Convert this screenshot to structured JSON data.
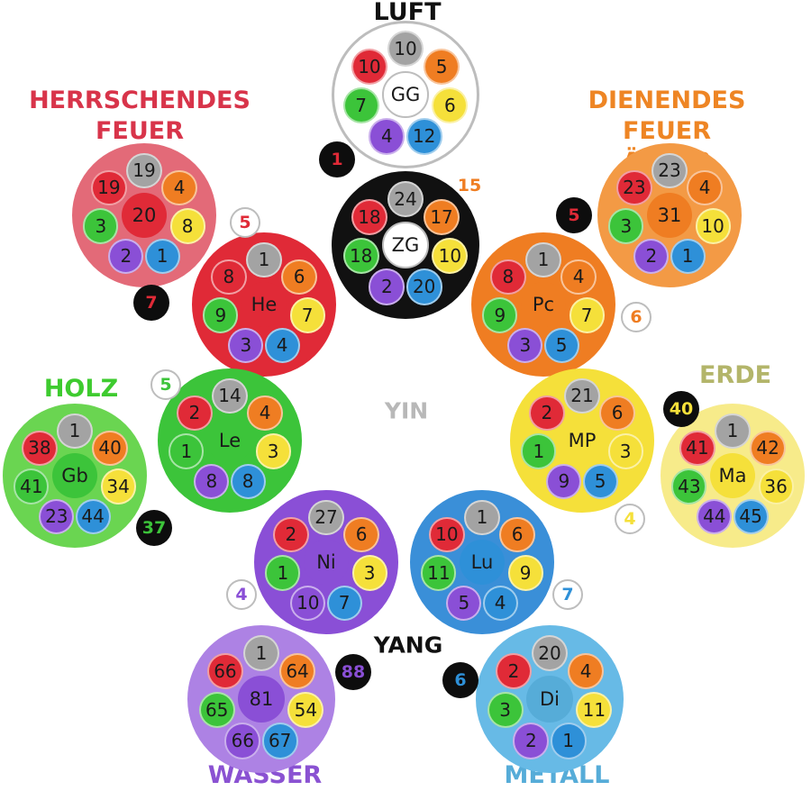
{
  "colors": {
    "gray": "#a3a3a3",
    "red": "#e02a37",
    "orange": "#ef7d22",
    "yellow": "#f5e03a",
    "green": "#3cc43a",
    "purple": "#8a4fd6",
    "blue": "#2e90d8"
  },
  "element_labels": [
    {
      "id": "luft",
      "text": "LUFT",
      "color": "#111111"
    },
    {
      "id": "herrschendes-feuer",
      "text": "HERRSCHENDES\nFEUER",
      "color": "#d8344a"
    },
    {
      "id": "dienendes-feuer",
      "text": "DIENENDES FEUER\nÄTHER",
      "color": "#ee8524"
    },
    {
      "id": "holz",
      "text": "HOLZ",
      "color": "#3ecb2f"
    },
    {
      "id": "erde",
      "text": "ERDE",
      "color": "#b3b56a"
    },
    {
      "id": "wasser",
      "text": "WASSER",
      "color": "#8a52d2"
    },
    {
      "id": "metall",
      "text": "METALL",
      "color": "#56acd8"
    }
  ],
  "center_labels": {
    "yin": "YIN",
    "yang": "YANG"
  },
  "groups": [
    {
      "id": "gg",
      "bg": "#ffffff",
      "border": "#bdbdbd",
      "center": {
        "label": "GG",
        "color": "#ffffff"
      },
      "values": {
        "top": "10",
        "tr": "5",
        "r": "6",
        "br": "12",
        "bl": "4",
        "l": "7",
        "tl": "10"
      }
    },
    {
      "id": "zg",
      "bg": "#111111",
      "border": "#111111",
      "center": {
        "label": "ZG",
        "color": "#ffffff"
      },
      "values": {
        "top": "24",
        "tr": "17",
        "r": "10",
        "br": "20",
        "bl": "2",
        "l": "18",
        "tl": "18"
      }
    },
    {
      "id": "feuer-h",
      "bg": "#e36a78",
      "border": "#e36a78",
      "center": {
        "label": "20",
        "color": "#e02a37"
      },
      "values": {
        "top": "19",
        "tr": "4",
        "r": "8",
        "br": "1",
        "bl": "2",
        "l": "3",
        "tl": "19"
      }
    },
    {
      "id": "he",
      "bg": "#e02a37",
      "border": "#e02a37",
      "center": {
        "label": "He",
        "color": "#e02a37"
      },
      "values": {
        "top": "1",
        "tr": "6",
        "r": "7",
        "br": "4",
        "bl": "3",
        "l": "9",
        "tl": "8"
      }
    },
    {
      "id": "feuer-d",
      "bg": "#f39a45",
      "border": "#f39a45",
      "center": {
        "label": "31",
        "color": "#ef7d22"
      },
      "values": {
        "top": "23",
        "tr": "4",
        "r": "10",
        "br": "1",
        "bl": "2",
        "l": "3",
        "tl": "23"
      }
    },
    {
      "id": "pc",
      "bg": "#ef7d22",
      "border": "#ef7d22",
      "center": {
        "label": "Pc",
        "color": "#ef7d22"
      },
      "values": {
        "top": "1",
        "tr": "4",
        "r": "7",
        "br": "5",
        "bl": "3",
        "l": "9",
        "tl": "8"
      }
    },
    {
      "id": "gb",
      "bg": "#6ad551",
      "border": "#6ad551",
      "center": {
        "label": "Gb",
        "color": "#3cc43a"
      },
      "values": {
        "top": "1",
        "tr": "40",
        "r": "34",
        "br": "44",
        "bl": "23",
        "l": "41",
        "tl": "38"
      }
    },
    {
      "id": "le",
      "bg": "#3cc43a",
      "border": "#3cc43a",
      "center": {
        "label": "Le",
        "color": "#3cc43a"
      },
      "values": {
        "top": "14",
        "tr": "4",
        "r": "3",
        "br": "8",
        "bl": "8",
        "l": "1",
        "tl": "2"
      }
    },
    {
      "id": "mp",
      "bg": "#f5e03a",
      "border": "#f5e03a",
      "center": {
        "label": "MP",
        "color": "#f5e03a"
      },
      "values": {
        "top": "21",
        "tr": "6",
        "r": "3",
        "br": "5",
        "bl": "9",
        "l": "1",
        "tl": "2"
      }
    },
    {
      "id": "ma",
      "bg": "#f7eb8a",
      "border": "#f7eb8a",
      "center": {
        "label": "Ma",
        "color": "#f5e03a"
      },
      "values": {
        "top": "1",
        "tr": "42",
        "r": "36",
        "br": "45",
        "bl": "44",
        "l": "43",
        "tl": "41"
      }
    },
    {
      "id": "ni",
      "bg": "#8a4fd6",
      "border": "#8a4fd6",
      "center": {
        "label": "Ni",
        "color": "#8a4fd6"
      },
      "values": {
        "top": "27",
        "tr": "6",
        "r": "3",
        "br": "7",
        "bl": "10",
        "l": "1",
        "tl": "2"
      }
    },
    {
      "id": "lu",
      "bg": "#3a8fd8",
      "border": "#3a8fd8",
      "center": {
        "label": "Lu",
        "color": "#2e90d8"
      },
      "values": {
        "top": "1",
        "tr": "6",
        "r": "9",
        "br": "4",
        "bl": "5",
        "l": "11",
        "tl": "10"
      }
    },
    {
      "id": "wasser-g",
      "bg": "#ad82e4",
      "border": "#ad82e4",
      "center": {
        "label": "81",
        "color": "#8a4fd6"
      },
      "values": {
        "top": "1",
        "tr": "64",
        "r": "54",
        "br": "67",
        "bl": "66",
        "l": "65",
        "tl": "66"
      }
    },
    {
      "id": "di",
      "bg": "#67bae6",
      "border": "#67bae6",
      "center": {
        "label": "Di",
        "color": "#56acd8"
      },
      "values": {
        "top": "20",
        "tr": "4",
        "r": "11",
        "br": "1",
        "bl": "2",
        "l": "3",
        "tl": "2"
      }
    }
  ],
  "badges": [
    {
      "id": "b-1",
      "text": "1",
      "style": "dark",
      "color": "#e02a37"
    },
    {
      "id": "b-15",
      "text": "15",
      "style": "plain",
      "color": "#ef7d22"
    },
    {
      "id": "b-7",
      "text": "7",
      "style": "dark",
      "color": "#e02a37"
    },
    {
      "id": "b-5-he",
      "text": "5",
      "style": "ring",
      "color": "#e02a37"
    },
    {
      "id": "b-5-feuer",
      "text": "5",
      "style": "dark",
      "color": "#e02a37"
    },
    {
      "id": "b-6",
      "text": "6",
      "style": "ring",
      "color": "#ef7d22"
    },
    {
      "id": "b-5-le",
      "text": "5",
      "style": "ring",
      "color": "#3cc43a"
    },
    {
      "id": "b-37",
      "text": "37",
      "style": "dark",
      "color": "#3cc43a"
    },
    {
      "id": "b-40",
      "text": "40",
      "style": "dark",
      "color": "#f5e03a"
    },
    {
      "id": "b-4-mp",
      "text": "4",
      "style": "ring",
      "color": "#f5e03a"
    },
    {
      "id": "b-4-ni",
      "text": "4",
      "style": "ring",
      "color": "#8a4fd6"
    },
    {
      "id": "b-7-lu",
      "text": "7",
      "style": "ring",
      "color": "#2e90d8"
    },
    {
      "id": "b-88",
      "text": "88",
      "style": "dark",
      "color": "#8a4fd6"
    },
    {
      "id": "b-6-di",
      "text": "6",
      "style": "dark",
      "color": "#2e90d8"
    }
  ]
}
